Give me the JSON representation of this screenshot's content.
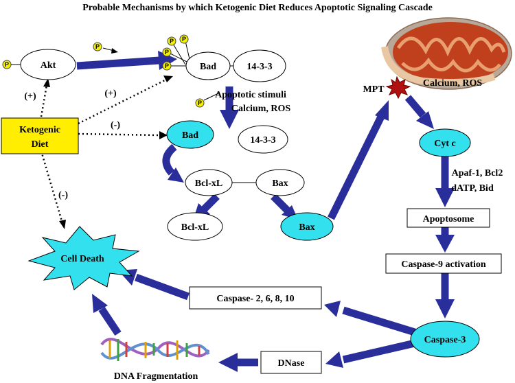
{
  "title": "Probable Mechanisms by which Ketogenic Diet Reduces Apoptotic Signaling Cascade",
  "phospho": "P",
  "nodes": {
    "akt": "Akt",
    "bad_top": "Bad",
    "protein_14_3_3_top": "14-3-3",
    "ketogenic_line1": "Ketogenic",
    "ketogenic_line2": "Diet",
    "bad_free": "Bad",
    "protein_14_3_3_free": "14-3-3",
    "bcl_xl_complex": "Bcl-xL",
    "bax_complex": "Bax",
    "bcl_xl_free": "Bcl-xL",
    "bax_free": "Bax",
    "cell_death": "Cell Death",
    "mpt": "MPT",
    "calcium_ros_mito": "Calcium, ROS",
    "cyt_c": "Cyt c",
    "apoptosome": "Apoptosome",
    "caspase9": "Caspase-9 activation",
    "caspase3": "Caspase-3",
    "caspases_other": "Caspase- 2, 6, 8, 10",
    "dnase": "DNase",
    "dna_fragmentation": "DNA Fragmentation"
  },
  "labels": {
    "plus_akt": "(+)",
    "plus_bad": "(+)",
    "minus_bad": "(-)",
    "minus_death": "(-)",
    "apoptotic_stimuli": "Apoptotic stimuli",
    "calcium_ros_left": "Calcium, ROS",
    "cofactors_line1": "Apaf-1, Bcl2",
    "cofactors_line2": "dATP, Bid"
  },
  "colors": {
    "arrow": "#2a2e9a",
    "cyan_node": "#33e0ee",
    "ketogenic_box": "#ffee00",
    "phosphate": "#f4f000",
    "mitochondrion": "#c0401e"
  }
}
